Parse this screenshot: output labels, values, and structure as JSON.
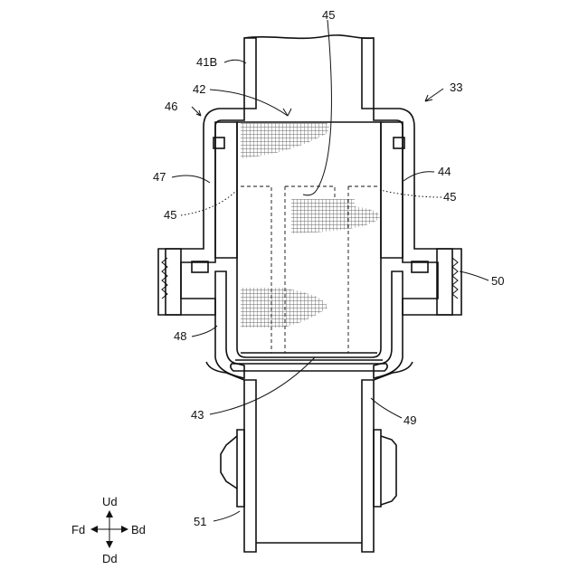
{
  "figure": {
    "assembly_label": "33",
    "labels": {
      "l41B": "41B",
      "l42": "42",
      "l43": "43",
      "l44": "44",
      "l45_top": "45",
      "l45_left": "45",
      "l45_right": "45",
      "l46": "46",
      "l47": "47",
      "l48": "48",
      "l49": "49",
      "l50": "50",
      "l51": "51"
    },
    "direction_legend": {
      "up": "Ud",
      "down": "Dd",
      "front": "Fd",
      "back": "Bd"
    }
  }
}
